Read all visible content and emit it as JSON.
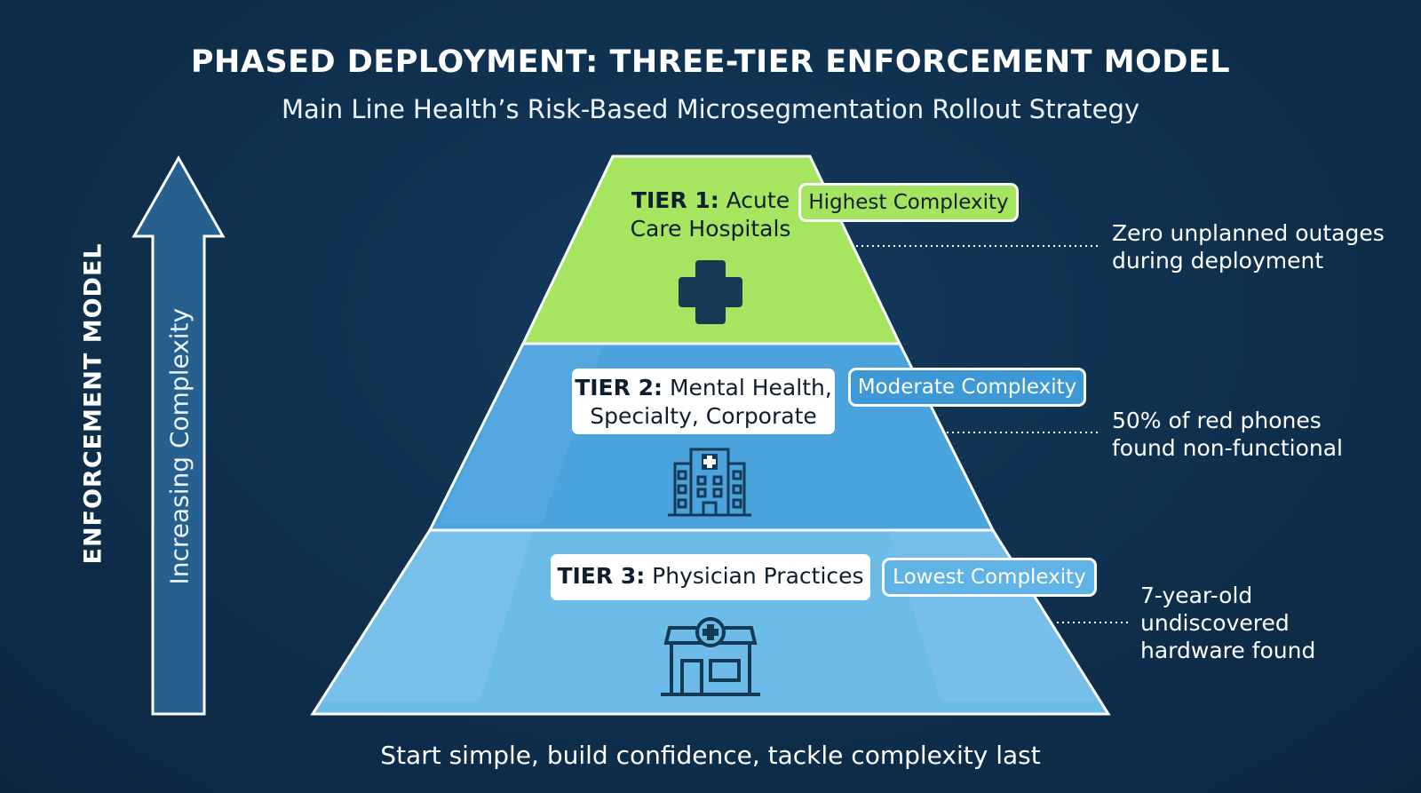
{
  "title": "PHASED DEPLOYMENT: THREE-TIER ENFORCEMENT MODEL",
  "subtitle": "Main Line Health’s Risk-Based Microsegmentation Rollout Strategy",
  "axis": {
    "model_label": "ENFORCEMENT MODEL",
    "arrow_label": "Increasing Complexity"
  },
  "tiers": [
    {
      "id": "TIER 1:",
      "name_line1": "Acute",
      "name_line2": "Care Hospitals",
      "complexity": "Highest Complexity",
      "note_line1": "Zero unplanned outages",
      "note_line2": "during deployment",
      "icon": "medical-cross-icon",
      "color": "#a6e55f"
    },
    {
      "id": "TIER 2:",
      "name_line1": "Mental Health,",
      "name_line2": "Specialty, Corporate",
      "complexity": "Moderate Complexity",
      "note_line1": "50% of red phones",
      "note_line2": "found non-functional",
      "icon": "hospital-building-icon",
      "color": "#4aa3dd"
    },
    {
      "id": "TIER 3:",
      "name_line1": "Physician Practices",
      "complexity": "Lowest Complexity",
      "note_line1": "7-year-old",
      "note_line2": "undiscovered",
      "note_line3": "hardware found",
      "icon": "clinic-icon",
      "color": "#6dbbe9"
    }
  ],
  "footer": "Start simple, build confidence, tackle complexity last"
}
